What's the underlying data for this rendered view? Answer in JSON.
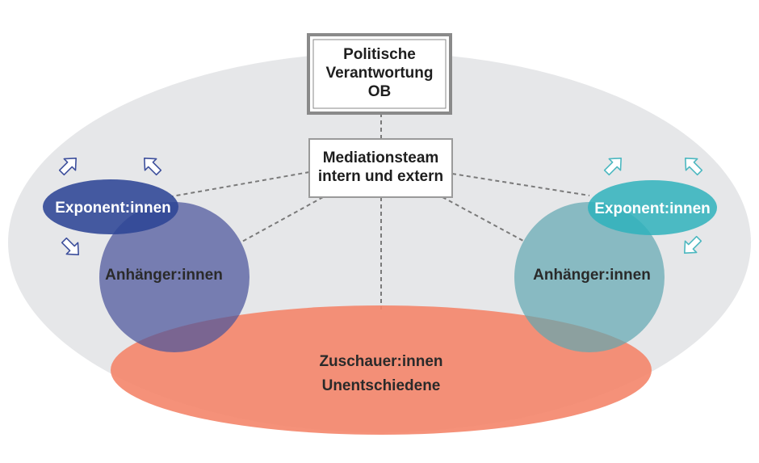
{
  "diagram": {
    "top_box": {
      "line1": "Politische",
      "line2": "Verantwortung",
      "line3": "OB"
    },
    "mediation_box": {
      "line1": "Mediationsteam",
      "line2": "intern und extern"
    },
    "left_group": {
      "exponents": "Exponent:innen",
      "supporters": "Anhänger:innen"
    },
    "right_group": {
      "exponents": "Exponent:innen",
      "supporters": "Anhänger:innen"
    },
    "audience": {
      "line1": "Zuschauer:innen",
      "line2": "Unentschiedene"
    },
    "colors": {
      "background_ellipse": "#e6e7e9",
      "left_circle": "#5b63a6",
      "left_ellipse": "#2e4595",
      "right_circle": "#74b1b8",
      "right_ellipse": "#3fb5bf",
      "audience_ellipse": "#f4856a",
      "arrow_left": "#3d4f9c",
      "arrow_right": "#4cb8c0"
    }
  }
}
